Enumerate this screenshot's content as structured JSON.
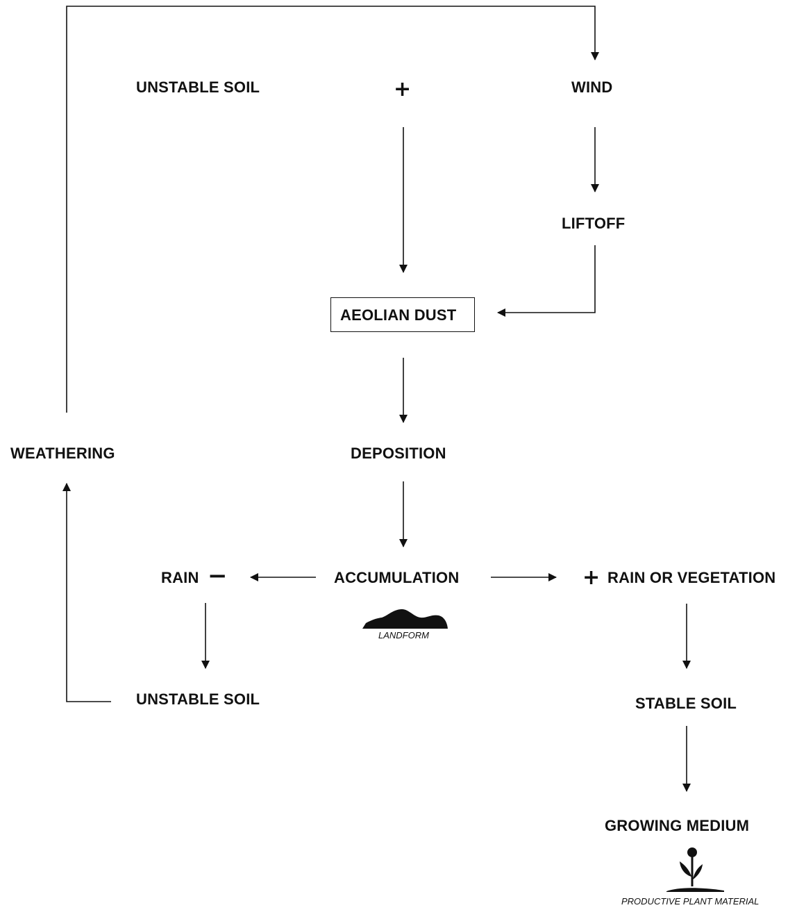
{
  "nodes": {
    "unstable_soil_top": "UNSTABLE SOIL",
    "wind": "WIND",
    "liftoff": "LIFTOFF",
    "aeolian_dust": "AEOLIAN DUST",
    "deposition": "DEPOSITION",
    "weathering": "WEATHERING",
    "accumulation": "ACCUMULATION",
    "rain": "RAIN",
    "rain_or_vegetation": "RAIN OR VEGETATION",
    "unstable_soil_bottom": "UNSTABLE SOIL",
    "stable_soil": "STABLE SOIL",
    "growing_medium": "GROWING MEDIUM"
  },
  "captions": {
    "landform": "LANDFORM",
    "productive_plant_material": "PRODUCTIVE PLANT MATERIAL"
  },
  "symbols": {
    "plus_top": "+",
    "minus_rain": "−",
    "plus_right": "+"
  },
  "colors": {
    "ink": "#111111",
    "background": "#ffffff"
  }
}
